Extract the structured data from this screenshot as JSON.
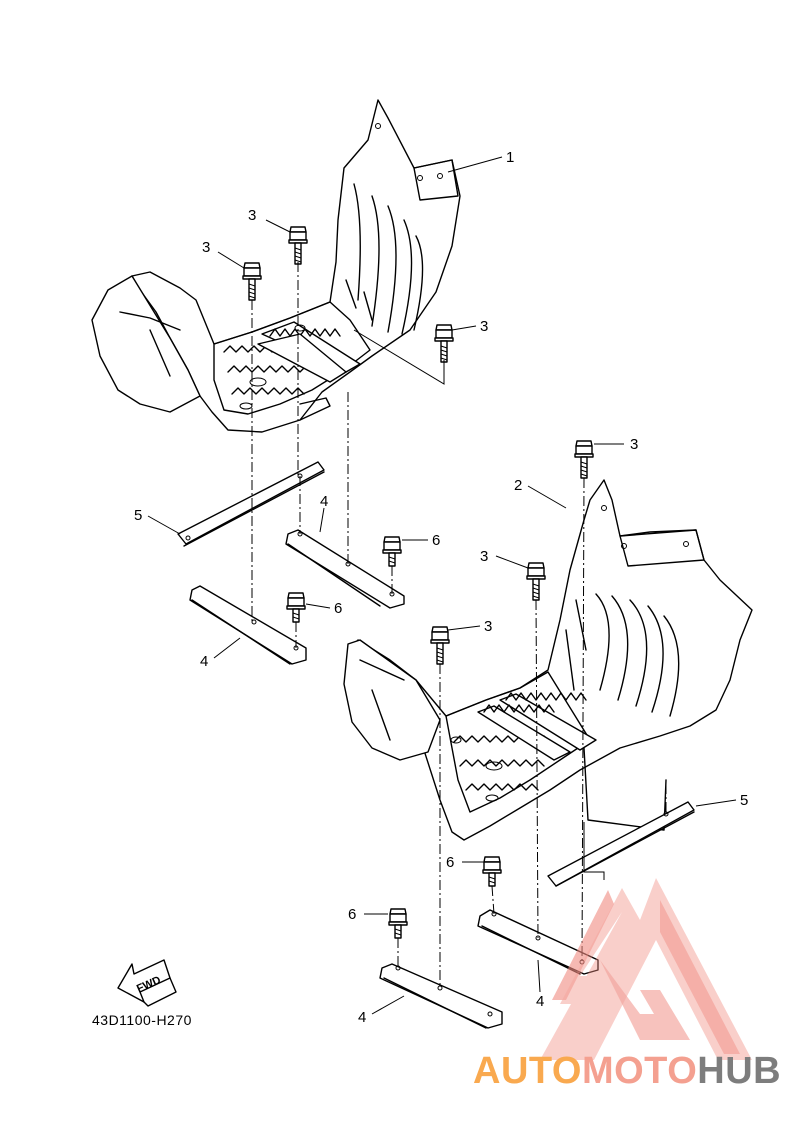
{
  "diagram": {
    "part_code": "43D1100-H270",
    "fwd_label": "FWD",
    "callouts": {
      "c1": "1",
      "c2": "2",
      "c3a": "3",
      "c3b": "3",
      "c3c": "3",
      "c3d": "3",
      "c3e": "3",
      "c3f": "3",
      "c4a": "4",
      "c4b": "4",
      "c4c": "4",
      "c4d": "4",
      "c5a": "5",
      "c5b": "5",
      "c6a": "6",
      "c6b": "6",
      "c6c": "6",
      "c6d": "6"
    }
  },
  "watermark": {
    "part1": "AUTO",
    "part2": "MOTO",
    "part3": "HUB",
    "colors": {
      "auto": "#f9a94f",
      "moto": "#f4a090",
      "hub": "#7d7d7d",
      "logo": "#f08a80"
    }
  }
}
